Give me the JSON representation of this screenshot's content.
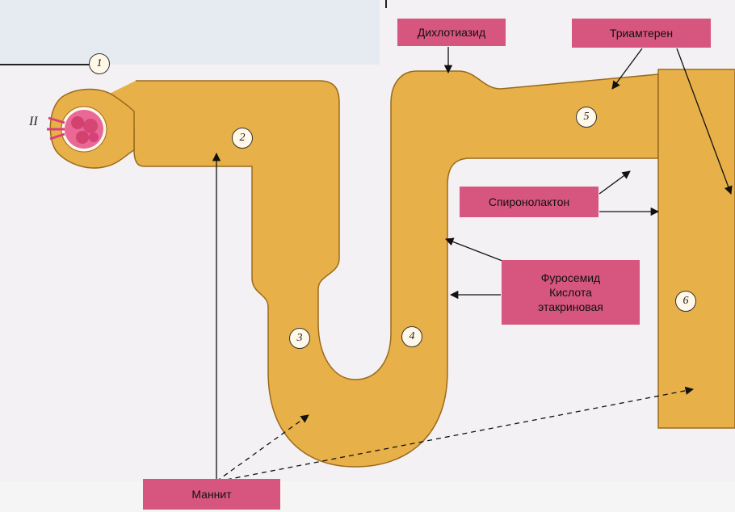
{
  "diagram": {
    "segment_numbers": [
      "1",
      "2",
      "3",
      "4",
      "5",
      "6"
    ],
    "glomerulus_marker": "II",
    "drugs": {
      "hydrochlorothiazide": "Дихлотиазид",
      "triamterene": "Триамтерен",
      "spironolactone": "Спиронолактон",
      "furosemide": [
        "Фуросемид",
        "Кислота",
        "этакриновая"
      ],
      "mannitol": "Маннит"
    },
    "colors": {
      "tubule": "#e8b048",
      "tubule_outline": "#9a6a1c",
      "label_box": "#d6567f",
      "glomerulus": "#d8407a",
      "background": "#f3f1f3"
    }
  }
}
